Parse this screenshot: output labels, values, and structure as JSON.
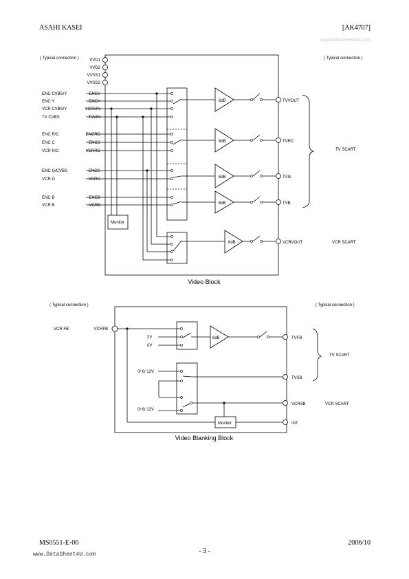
{
  "header": {
    "company": "ASAHI KASEI",
    "part_number": "[AK4707]",
    "watermark": "www.DataSheet4U.com"
  },
  "footer": {
    "doc_id": "MS0551-E-00",
    "page_number": "- 3 -",
    "date": "2006/10",
    "watermark": "www.DataSheet4U.com"
  },
  "video_block": {
    "typical_left": "( Typical connection )",
    "typical_right": "( Typical connection )",
    "title": "Video Block",
    "supply_pins": [
      "VVD1",
      "VVD2",
      "VVSS1",
      "VVSS2"
    ],
    "input_labels": [
      "ENC CVBS/Y",
      "ENC Y",
      "VCR CVBS/Y",
      "TV CVBS",
      "ENC R/C",
      "ENC C",
      "VCR R/C",
      "ENC G/CVBS",
      "VCR G",
      "ENC B",
      "VCR B"
    ],
    "input_pins": [
      "ENCV",
      "ENCY",
      "VCRVIN",
      "TVVIN",
      "ENCRC",
      "ENCC",
      "VCRRC",
      "ENCG",
      "VCRG",
      "ENCB",
      "VCRB"
    ],
    "output_pins": [
      "TVVOUT",
      "TVRC",
      "TVG",
      "TVB",
      "VCRVOUT"
    ],
    "gain_label": "6dB",
    "monitor_label": "Monitor",
    "tv_scart": "TV  SCART",
    "vcr_scart": "VCR  SCART"
  },
  "blanking_block": {
    "typical_left": "( Typical connection )",
    "typical_right": "( Typical connection )",
    "title": "Video Blanking Block",
    "input_label": "VCR FB",
    "input_pin": "VCRFB",
    "level_2v": "2V",
    "level_0v": "0V",
    "level_multi": "0/ 6/ 12V",
    "gain_label": "6dB",
    "monitor_label": "Monitor",
    "output_pins": [
      "TVFB",
      "TVSB",
      "VCRSB",
      "INT"
    ],
    "tv_scart": "TV  SCART",
    "vcr_scart": "VCR  SCART"
  }
}
